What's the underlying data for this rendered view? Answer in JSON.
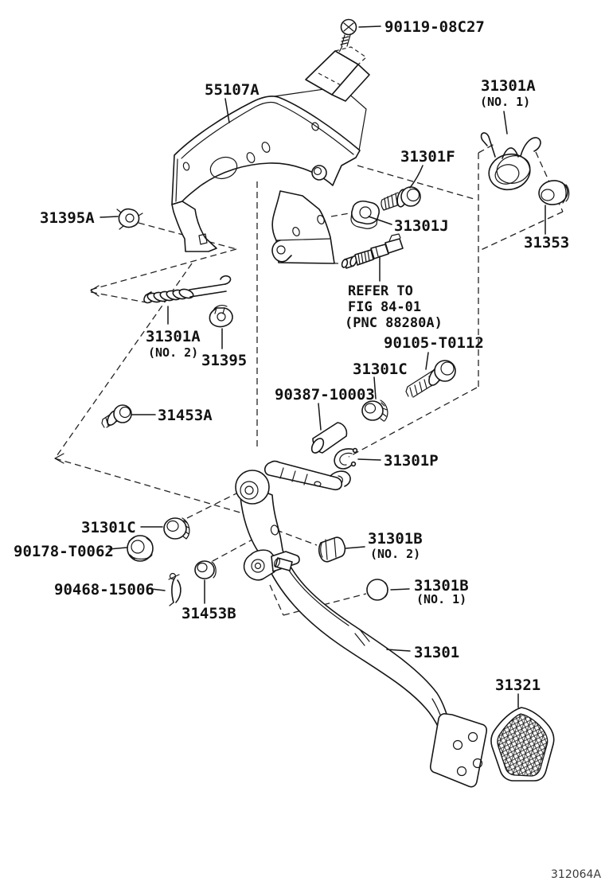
{
  "diagram": {
    "colors": {
      "ink": "#161616",
      "paper": "#ffffff"
    },
    "labels": {
      "screw": "90119-08C27",
      "bracket": "55107A",
      "spring1": "31301A",
      "spring1_sub": "(NO. 1)",
      "bolt_f": "31301F",
      "nut_j": "31301J",
      "grommet": "31353",
      "clip_a": "31395A",
      "spring2": "31301A",
      "spring2_sub": "(NO. 2)",
      "clip_b": "31395",
      "note1": "REFER TO",
      "note2": "FIG 84-01",
      "note3": "(PNC 88280A)",
      "bolt_t0112": "90105-T0112",
      "bushing_c_upper": "31301C",
      "collar": "90387-10003",
      "clip_p": "31301P",
      "bolt_a": "31453A",
      "bushing_c_lower": "31301C",
      "nut_t0062": "90178-T0062",
      "clip_c": "90468-15006",
      "bushing_b": "31453B",
      "stopper2": "31301B",
      "stopper2_sub": "(NO. 2)",
      "cap1": "31301B",
      "cap1_sub": "(NO. 1)",
      "pedal": "31301",
      "pad": "31321",
      "diagram_code": "312064A"
    }
  }
}
